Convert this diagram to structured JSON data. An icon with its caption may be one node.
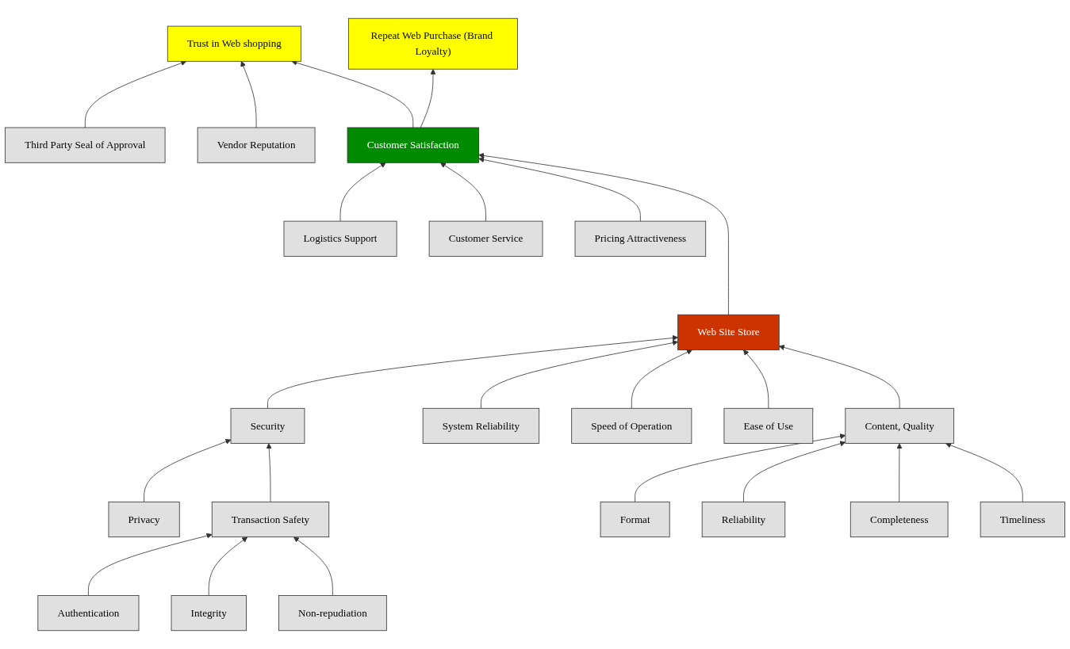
{
  "diagram": {
    "nodes": [
      {
        "text": [
          "Logistics Support"
        ]
      },
      {
        "text": [
          "Third Party Seal of Approval"
        ]
      },
      {
        "text": [
          "Vendor Reputation"
        ]
      },
      {
        "text": [
          "Customer Service"
        ]
      },
      {
        "text": [
          "Trust in Web shopping"
        ]
      },
      {
        "text": [
          "Pricing Attractiveness"
        ]
      },
      {
        "text": [
          "Web Site Store"
        ]
      },
      {
        "text": [
          "Customer Satisfaction"
        ]
      },
      {
        "text": [
          "Repeat Web Purchase (Brand Loyalty)"
        ]
      },
      {
        "text": [
          "Security"
        ]
      },
      {
        "text": [
          "System Reliability"
        ]
      },
      {
        "text": [
          "Speed of Operation"
        ]
      },
      {
        "text": [
          "Ease of Use"
        ]
      },
      {
        "text": [
          "Content, Quality"
        ]
      },
      {
        "text": [
          "Privacy"
        ]
      },
      {
        "text": [
          "Transaction Safety"
        ]
      },
      {
        "text": [
          "Format"
        ]
      },
      {
        "text": [
          "Timeliness"
        ]
      },
      {
        "text": [
          "Reliability"
        ]
      },
      {
        "text": [
          "Authentication"
        ]
      },
      {
        "text": [
          "Integrity"
        ]
      },
      {
        "text": [
          "Non-repudiation"
        ]
      },
      {
        "text": [
          "Completeness"
        ]
      }
    ],
    "edges": [
      {
        "from": 0,
        "to": 7,
        "arrow": "to"
      },
      {
        "from": 3,
        "to": 7,
        "arrow": "to"
      },
      {
        "from": 5,
        "to": 7,
        "arrow": "to"
      },
      {
        "from": 1,
        "to": 4,
        "arrow": "to"
      },
      {
        "from": 2,
        "to": 4,
        "arrow": "to"
      },
      {
        "from": 7,
        "to": 4,
        "arrow": "to"
      },
      {
        "from": 6,
        "to": 7,
        "arrow": "to"
      },
      {
        "from": 7,
        "to": 8,
        "arrow": "to"
      },
      {
        "from": 9,
        "to": 6,
        "arrow": "to"
      },
      {
        "from": 10,
        "to": 6,
        "arrow": "to"
      },
      {
        "from": 11,
        "to": 6,
        "arrow": "to"
      },
      {
        "from": 12,
        "to": 6,
        "arrow": "to"
      },
      {
        "from": 13,
        "to": 6,
        "arrow": "to"
      },
      {
        "from": 14,
        "to": 9,
        "arrow": "to"
      },
      {
        "from": 15,
        "to": 9,
        "arrow": "to"
      },
      {
        "from": 19,
        "to": 15,
        "arrow": "to"
      },
      {
        "from": 20,
        "to": 15,
        "arrow": "to"
      },
      {
        "from": 21,
        "to": 15,
        "arrow": "to"
      },
      {
        "from": 16,
        "to": 13,
        "arrow": "to"
      },
      {
        "from": 18,
        "to": 13,
        "arrow": "to"
      },
      {
        "from": 22,
        "to": 13,
        "arrow": "to"
      },
      {
        "from": 17,
        "to": 13,
        "arrow": "to"
      }
    ]
  }
}
